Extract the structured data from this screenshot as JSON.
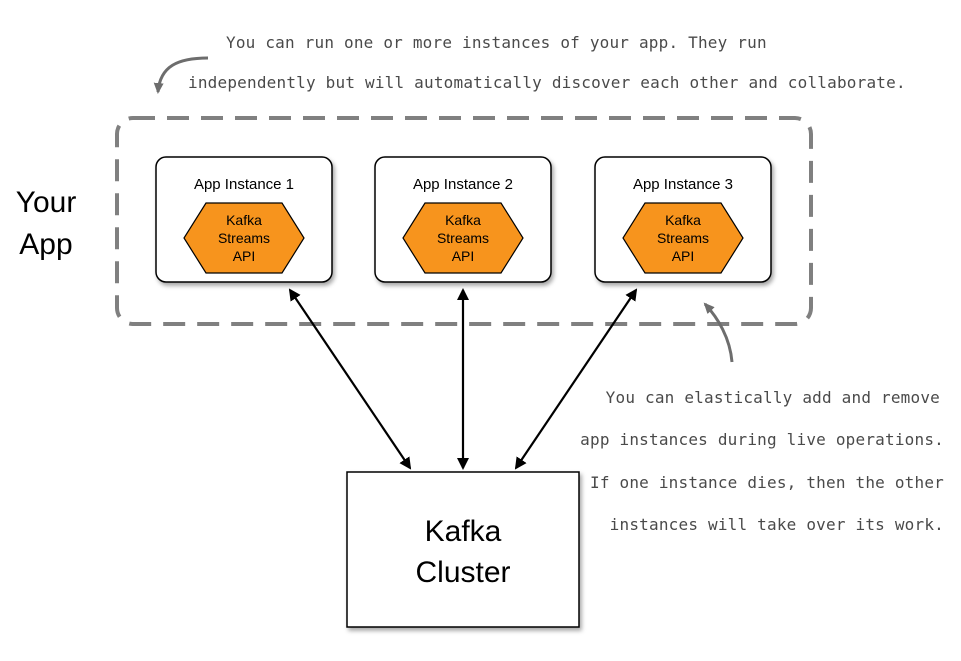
{
  "side_label": {
    "line1": "Your",
    "line2": "App"
  },
  "annotations": {
    "top": {
      "line1": "You can run one or more instances of your app.  They run",
      "line2": "independently but will automatically discover each other and collaborate."
    },
    "right": {
      "line1": "You can elastically add and remove",
      "line2": "app instances during live operations.",
      "line3": "If one instance dies, then the other",
      "line4": "instances will take over its work."
    }
  },
  "instances": [
    {
      "title": "App Instance 1",
      "api": {
        "line1": "Kafka",
        "line2": "Streams",
        "line3": "API"
      }
    },
    {
      "title": "App Instance 2",
      "api": {
        "line1": "Kafka",
        "line2": "Streams",
        "line3": "API"
      }
    },
    {
      "title": "App Instance 3",
      "api": {
        "line1": "Kafka",
        "line2": "Streams",
        "line3": "API"
      }
    }
  ],
  "cluster": {
    "line1": "Kafka",
    "line2": "Cluster"
  },
  "colors": {
    "api_fill": "#f7941d",
    "dashed_border": "#808080",
    "note_text": "#4a4a4a",
    "arrows": "#000000"
  }
}
